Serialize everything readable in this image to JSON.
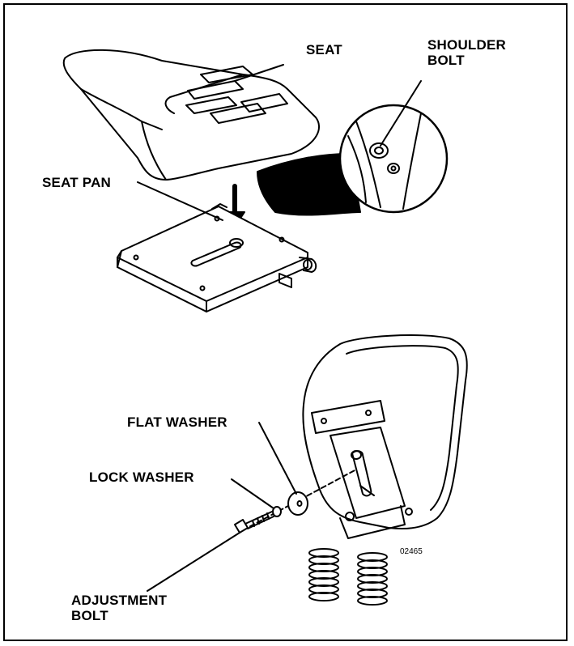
{
  "labels": {
    "seat": "SEAT",
    "shoulder_bolt_line1": "SHOULDER",
    "shoulder_bolt_line2": "BOLT",
    "seat_pan": "SEAT PAN",
    "flat_washer": "FLAT WASHER",
    "lock_washer": "LOCK WASHER",
    "adjustment_bolt_line1": "ADJUSTMENT",
    "adjustment_bolt_line2": "BOLT"
  },
  "figure_number": "02465",
  "colors": {
    "ink": "#000000",
    "paper": "#ffffff"
  }
}
